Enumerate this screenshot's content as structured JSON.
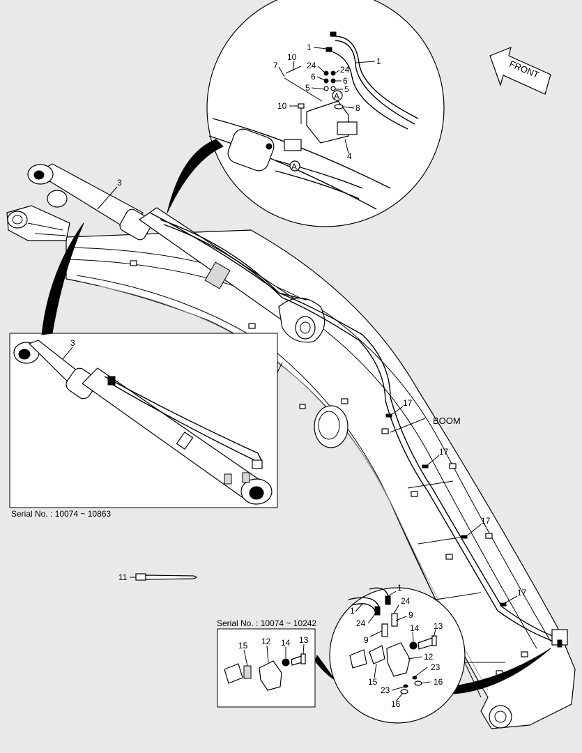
{
  "labels": {
    "front": "FRONT",
    "boom": "BOOM",
    "serial_upper_left": "Serial No. : 10074 ~ 10863",
    "serial_lower_left": "Serial No. : 10074 ~ 10242",
    "circle_ref": "A"
  },
  "callouts": {
    "top_detail": [
      "1",
      "1",
      "10",
      "7",
      "24",
      "24",
      "6",
      "6",
      "5",
      "5",
      "8",
      "10",
      "4"
    ],
    "main": [
      "3",
      "17",
      "17",
      "17",
      "17",
      "11"
    ],
    "inset_left": [
      "3"
    ],
    "lower_inset": [
      "15",
      "12",
      "14",
      "13"
    ],
    "lower_detail": [
      "1",
      "1",
      "24",
      "24",
      "9",
      "9",
      "13",
      "14",
      "12",
      "15",
      "23",
      "23",
      "16",
      "16"
    ]
  }
}
